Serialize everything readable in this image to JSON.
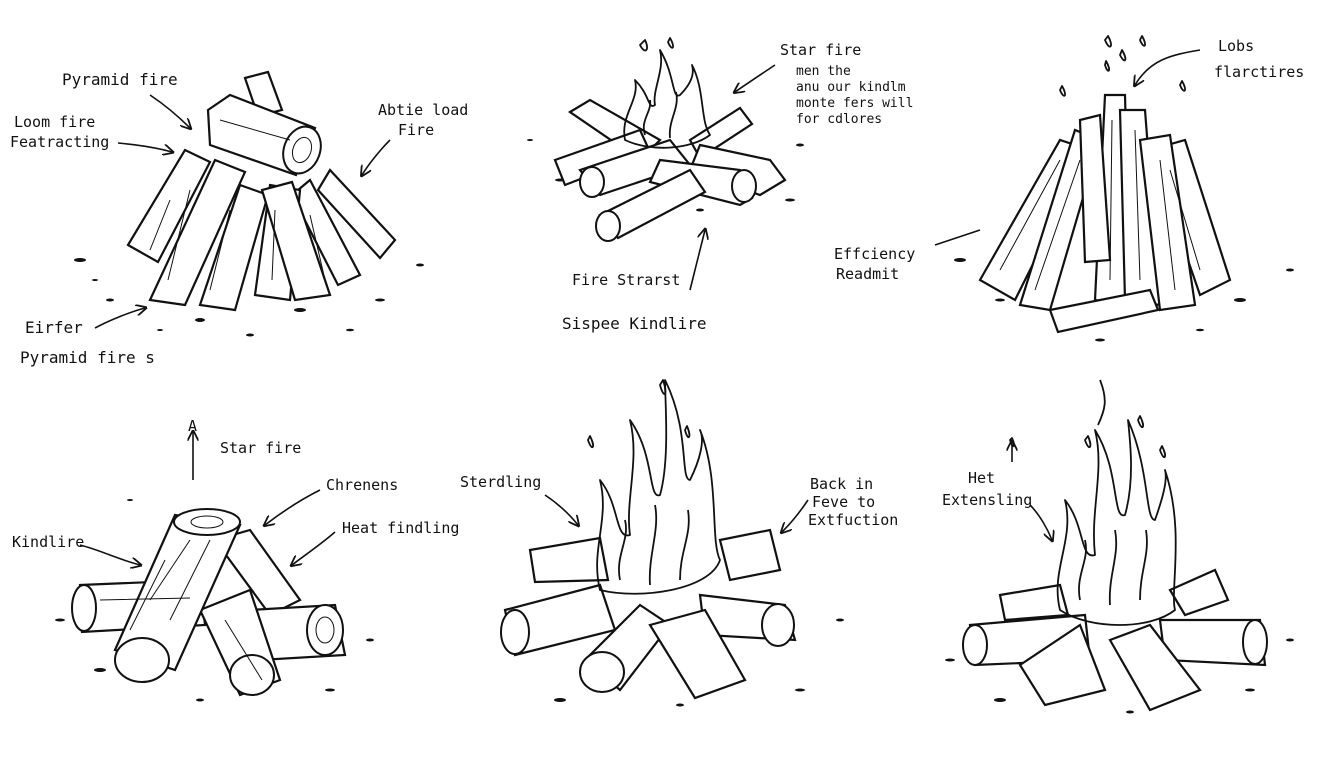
{
  "labels": {
    "p1": {
      "pyramid_fire": "Pyramid fire",
      "loom_fire": "Loom fire",
      "featracting": "Featracting",
      "abtie_load": "Abtie load",
      "fire": "Fire",
      "eirfer": "Eirfer",
      "pyramid_fires": "Pyramid fire s"
    },
    "p2": {
      "star_fire": "Star fire",
      "line2": "men the",
      "line3": "anu our kindlm",
      "line4": "monte fers will",
      "line5": "for cdlores",
      "fire_stararst": "Fire Strarst",
      "sispee": "Sispee  Kindlire"
    },
    "p3": {
      "lobs": "Lobs",
      "flarctires": "flarctires",
      "efficiency": "Effciency",
      "readmit": "Readmit"
    },
    "p4": {
      "a": "A",
      "star_fire": "Star fire",
      "chrenens": "Chrenens",
      "heat_findling": "Heat findling",
      "kindlire": "Kindlire"
    },
    "p5": {
      "sterdling": "Sterdling",
      "back_in": "Back in",
      "feve_to": "Feve to",
      "extfuction": "Extfuction"
    },
    "p6": {
      "het": "Het",
      "extensing": "Extensling"
    }
  }
}
